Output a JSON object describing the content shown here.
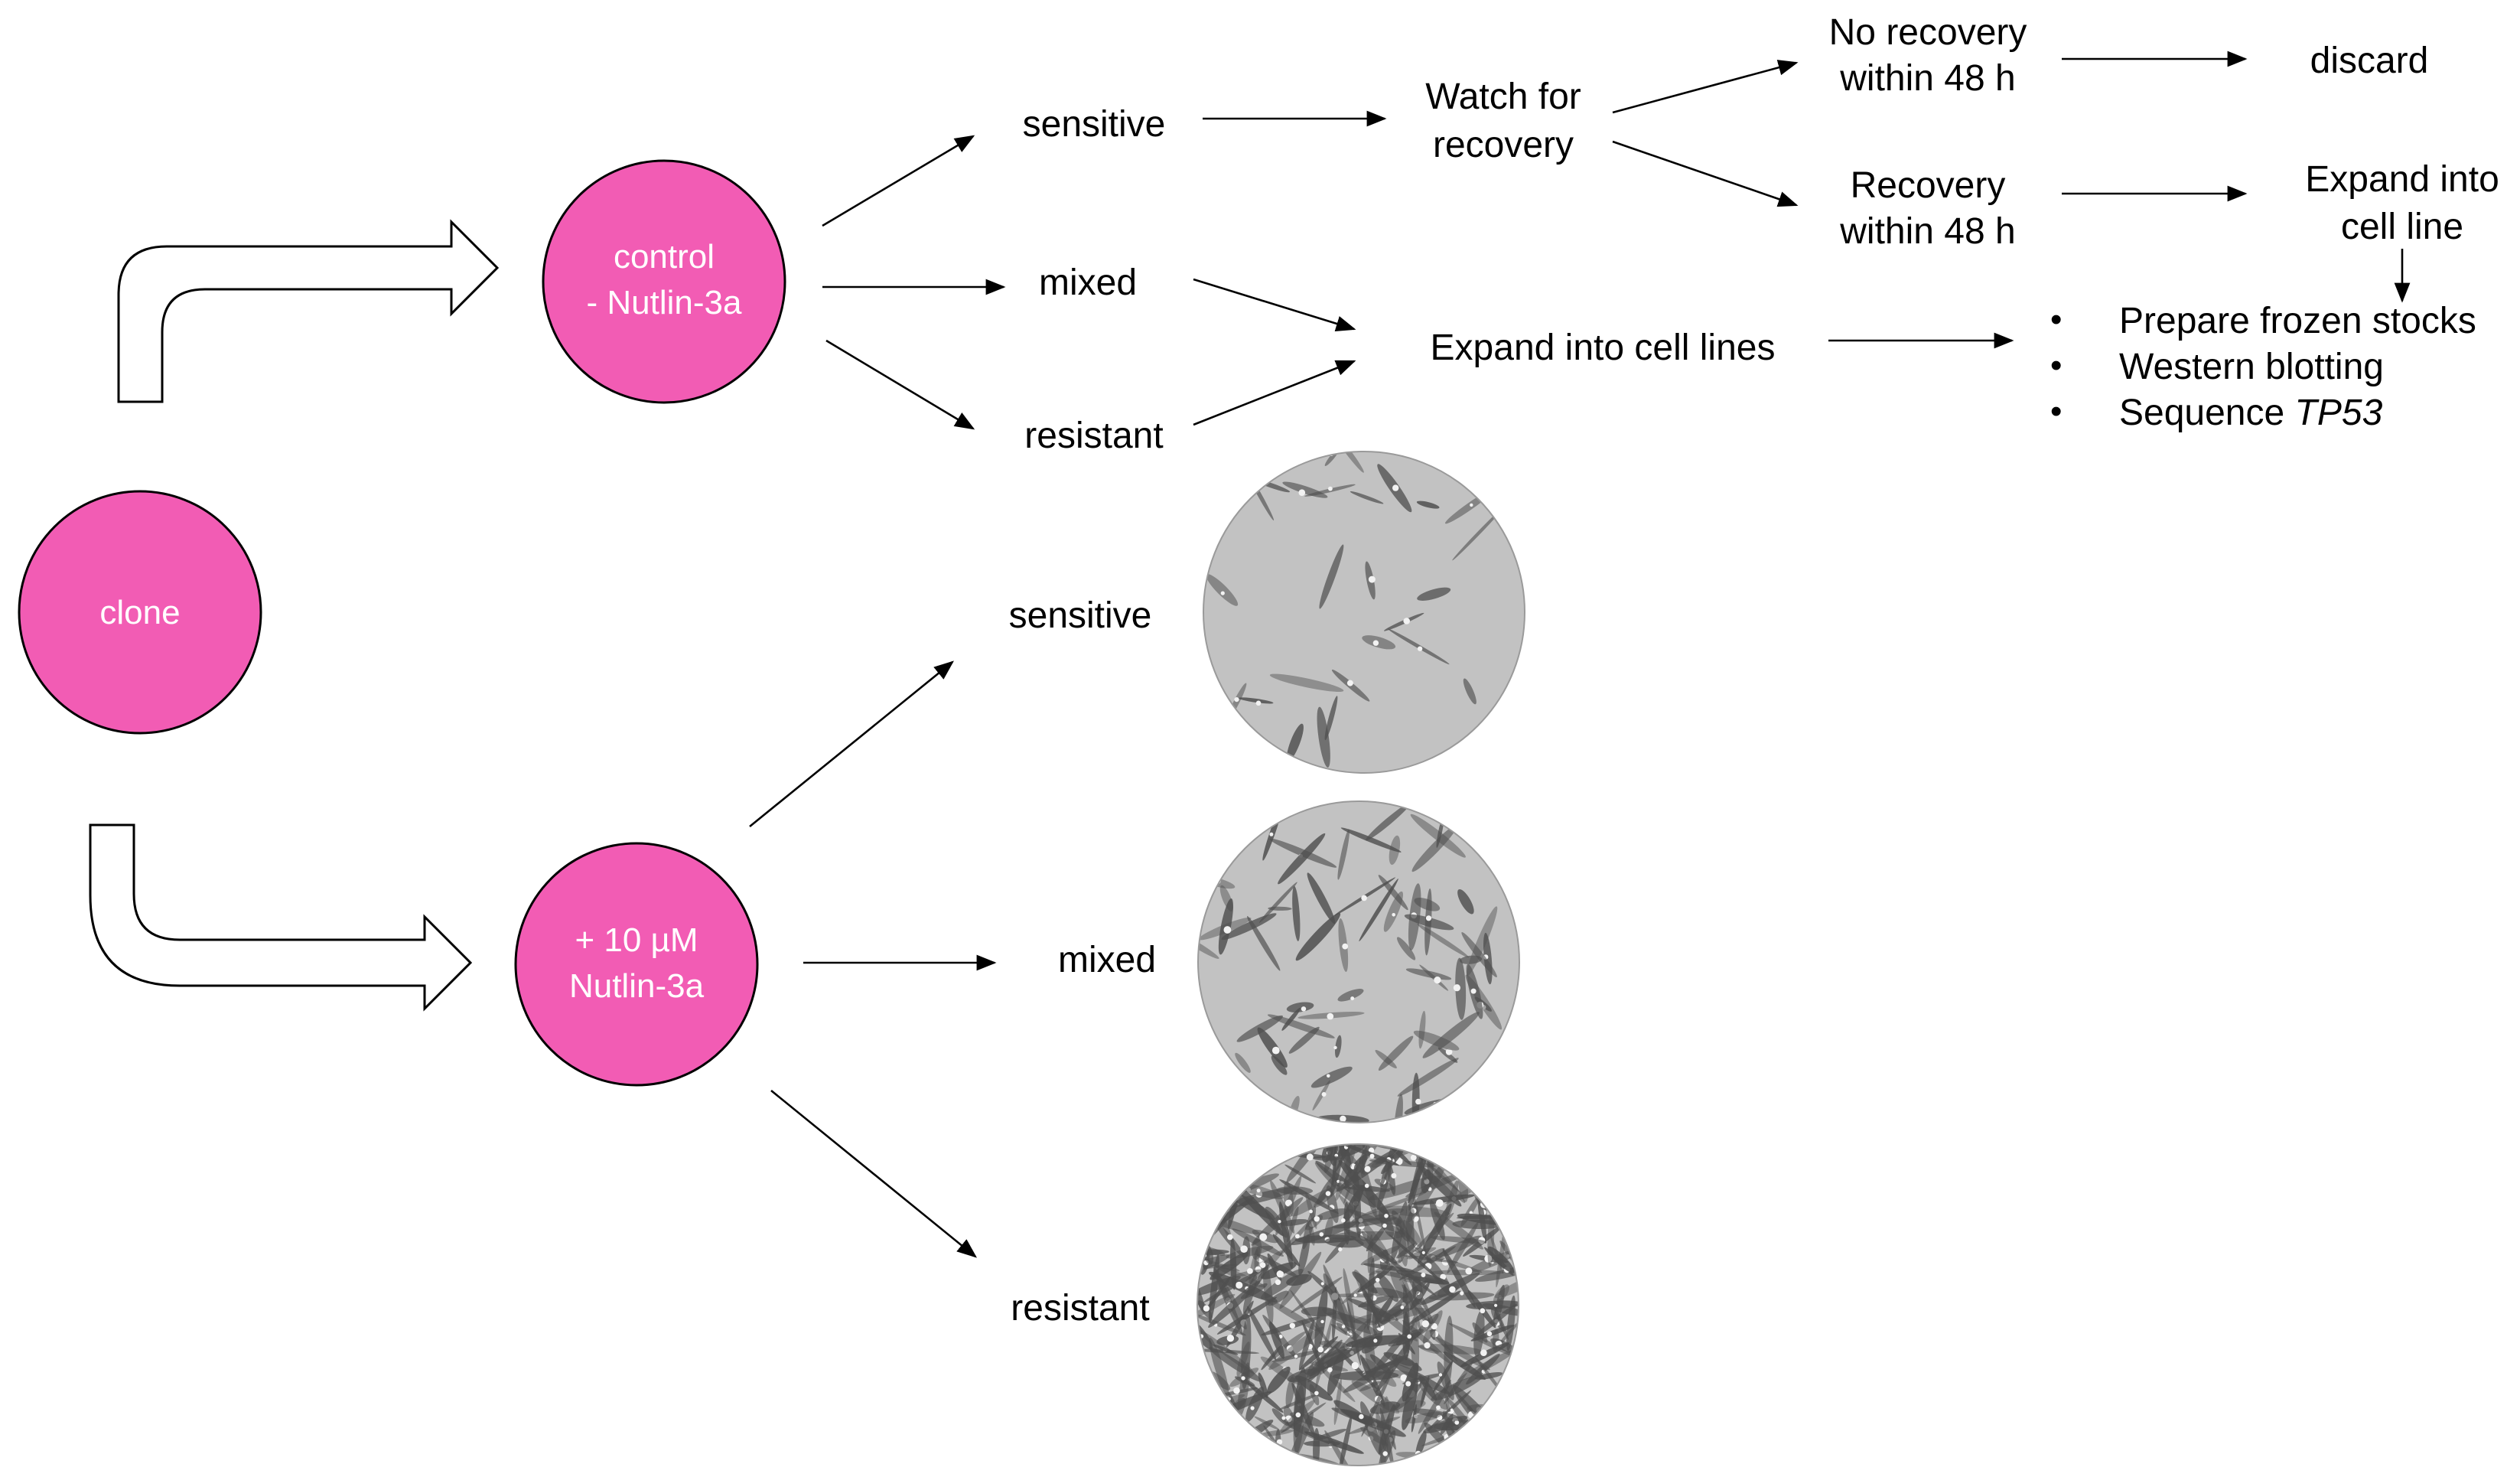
{
  "colors": {
    "node_fill": "#f25cb4",
    "node_stroke": "#000000",
    "text": "#000000",
    "node_text": "#ffffff",
    "micrograph_bg": "#c2c2c2",
    "micrograph_cells": "#4f4f4f"
  },
  "nodes": {
    "clone": "clone",
    "control_line1": "control",
    "control_line2": "- Nutlin-3a",
    "nutlin_line1": "+ 10 µM",
    "nutlin_line2": "Nutlin-3a"
  },
  "control_branch": {
    "sensitive": "sensitive",
    "mixed": "mixed",
    "resistant": "resistant",
    "watch_line1": "Watch for",
    "watch_line2": "recovery",
    "no_recovery_line1": "No recovery",
    "no_recovery_line2": "within 48 h",
    "recovery_line1": "Recovery",
    "recovery_line2": "within 48 h",
    "discard": "discard",
    "expand_line_1": "Expand into",
    "expand_line_2": "cell line",
    "expand_lines": "Expand into cell lines",
    "bullet": "•",
    "steps": [
      "Prepare frozen stocks",
      "Western blotting",
      "Sequence "
    ],
    "tp53": "TP53"
  },
  "nutlin_branch": {
    "sensitive": "sensitive",
    "mixed": "mixed",
    "resistant": "resistant"
  },
  "micrographs": [
    {
      "name": "sensitive-micrograph",
      "cell_density": "sparse"
    },
    {
      "name": "mixed-micrograph",
      "cell_density": "medium"
    },
    {
      "name": "resistant-micrograph",
      "cell_density": "dense"
    }
  ]
}
